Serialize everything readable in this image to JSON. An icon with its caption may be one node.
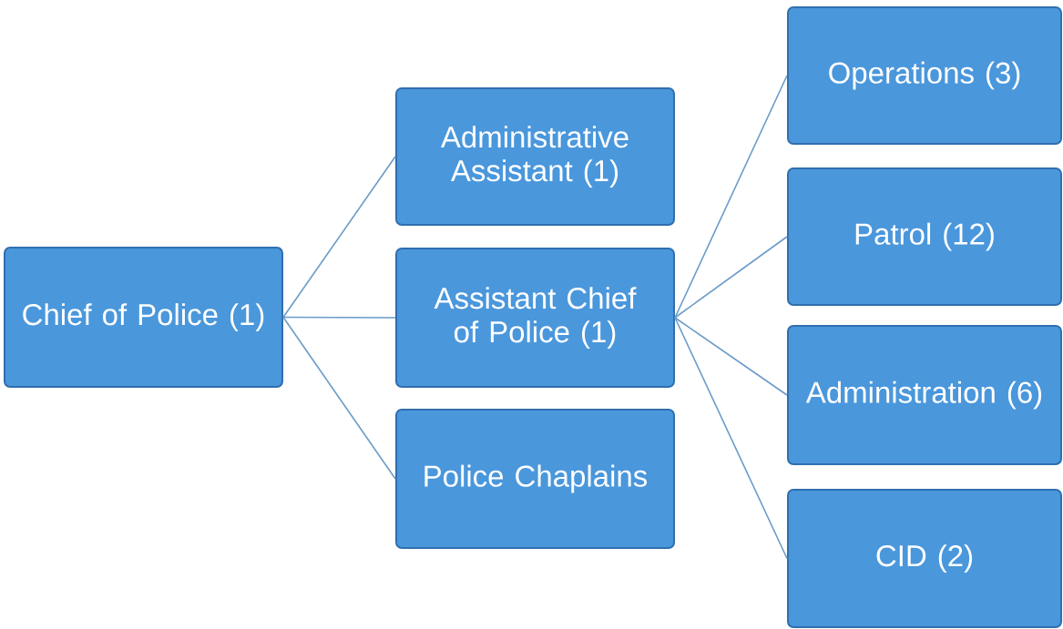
{
  "diagram": {
    "nodes": [
      {
        "text": [
          "Chief of Police (1)"
        ]
      },
      {
        "text": [
          "Administrative Assistant (1)"
        ]
      },
      {
        "text": [
          "Assistant Chief of Police (1)"
        ]
      },
      {
        "text": [
          "Police Chaplains"
        ]
      },
      {
        "text": [
          "Operations (3)"
        ]
      },
      {
        "text": [
          "Patrol (12)"
        ]
      },
      {
        "text": [
          "Administration (6)"
        ]
      },
      {
        "text": [
          "CID (2)"
        ]
      }
    ],
    "edges": [
      {
        "from": 0,
        "to": 1,
        "arrow": "none"
      },
      {
        "from": 0,
        "to": 2,
        "arrow": "none"
      },
      {
        "from": 0,
        "to": 3,
        "arrow": "none"
      },
      {
        "from": 2,
        "to": 4,
        "arrow": "none"
      },
      {
        "from": 2,
        "to": 5,
        "arrow": "none"
      },
      {
        "from": 2,
        "to": 6,
        "arrow": "none"
      },
      {
        "from": 2,
        "to": 7,
        "arrow": "none"
      }
    ]
  }
}
